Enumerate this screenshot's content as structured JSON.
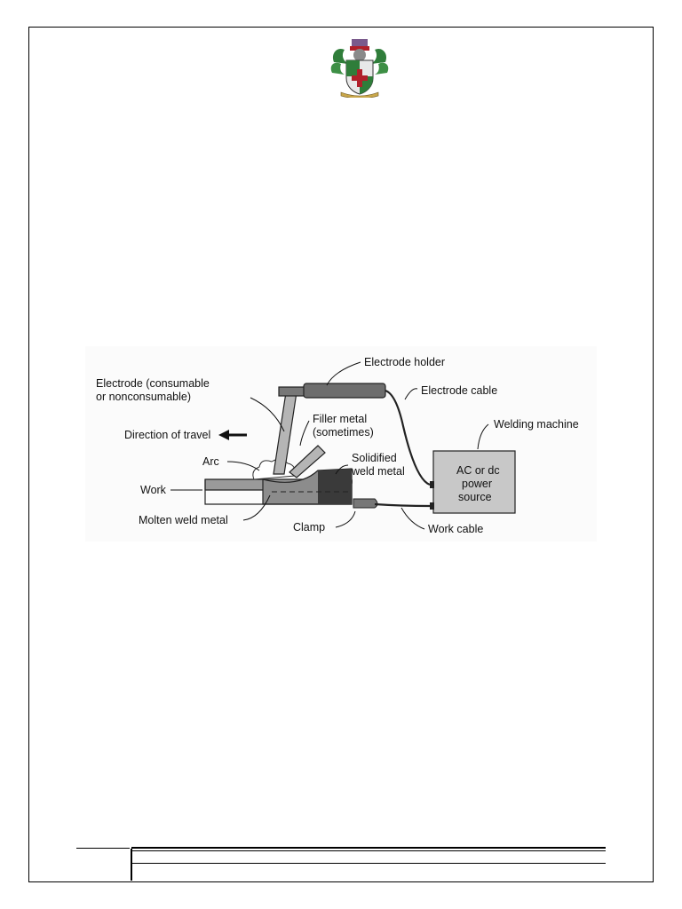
{
  "figure": {
    "labels": {
      "electrode_holder": "Electrode holder",
      "electrode_line1": "Electrode (consumable",
      "electrode_line2": "or nonconsumable)",
      "electrode_cable": "Electrode cable",
      "filler_line1": "Filler metal",
      "filler_line2": "(sometimes)",
      "welding_machine": "Welding machine",
      "direction_of_travel": "Direction of travel",
      "arc": "Arc",
      "solidified_line1": "Solidified",
      "solidified_line2": "weld metal",
      "work": "Work",
      "power_line1": "AC or dc",
      "power_line2": "power",
      "power_line3": "source",
      "molten_weld_metal": "Molten weld metal",
      "clamp": "Clamp",
      "work_cable": "Work cable"
    }
  },
  "colors": {
    "crest_green": "#2f7d3a",
    "crest_red": "#b0202a",
    "diagram_gray": "#9a9a9a",
    "diagram_dark": "#3a3a3a"
  }
}
